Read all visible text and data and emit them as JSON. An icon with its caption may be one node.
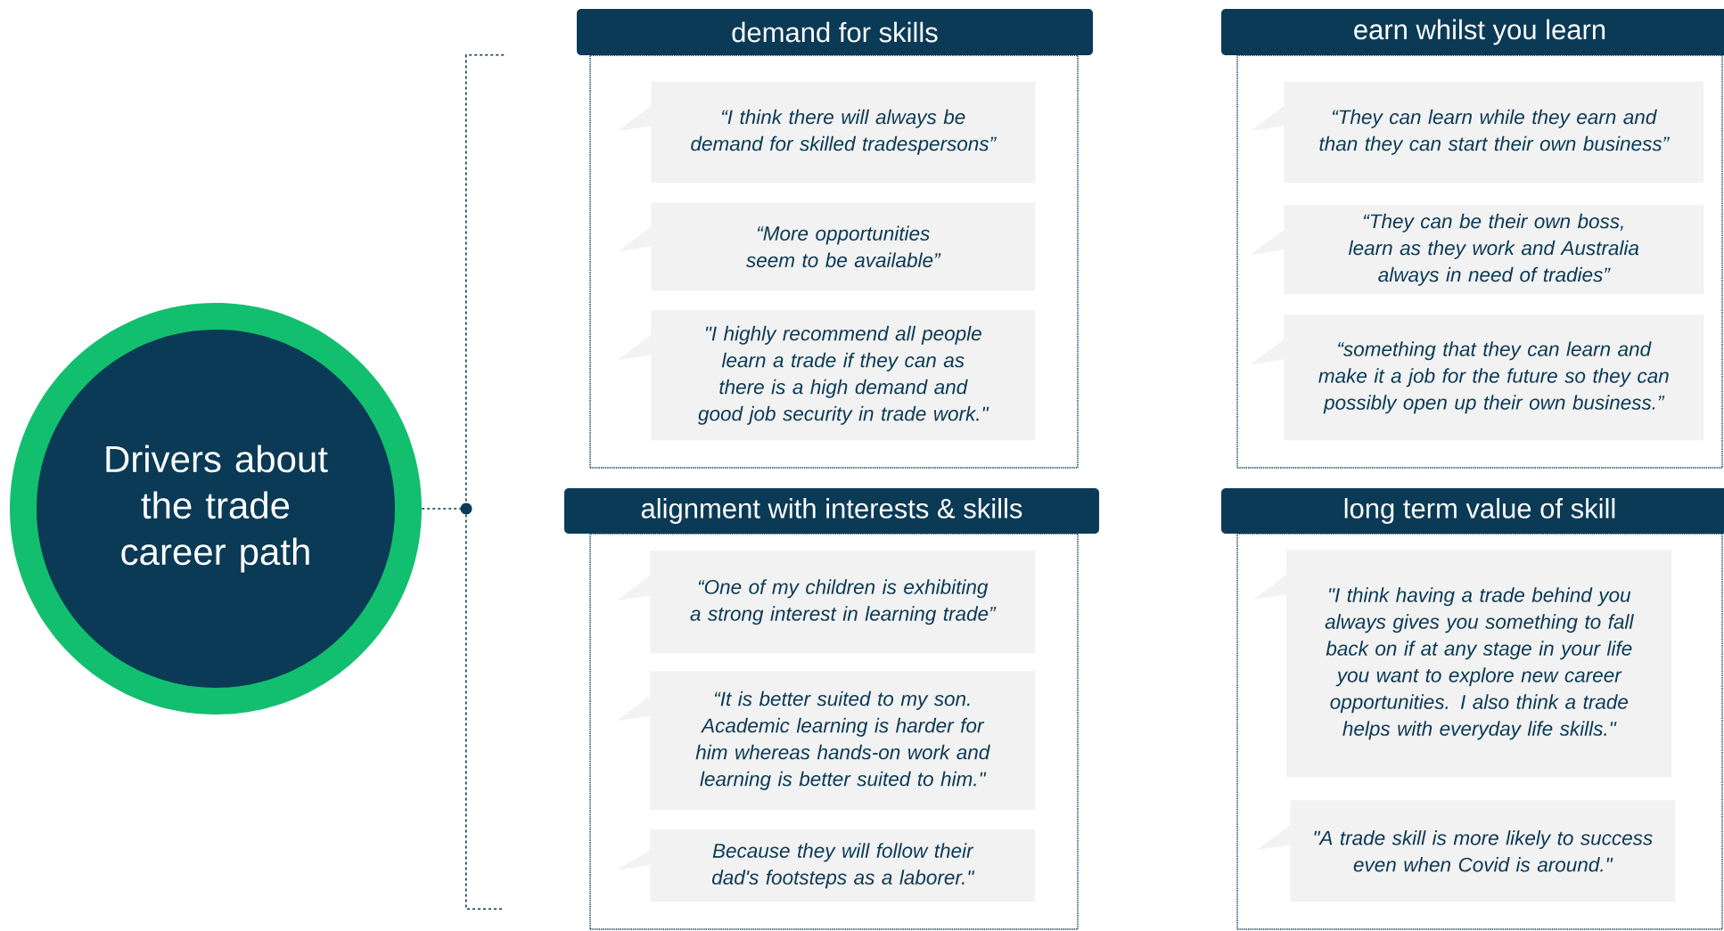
{
  "diagram": {
    "nodes": [
      {
        "text": [
          "Drivers about the trade career path"
        ]
      },
      {
        "text": [
          "demand for skills"
        ]
      },
      {
        "text": [
          "“I think there will always be demand for skilled tradespersons”"
        ],
        "in": 1
      },
      {
        "text": [
          "“More opportunities seem to be available”"
        ],
        "in": 1
      },
      {
        "text": [
          "\"I highly recommend all people learn a trade if they can as there is a high demand and good job security in trade work.\""
        ],
        "in": 1
      },
      {
        "text": [
          "earn whilst you learn"
        ]
      },
      {
        "text": [
          "“They can learn while they earn and than they can start their own business”"
        ],
        "in": 5
      },
      {
        "text": [
          "“They can be their own boss, learn as they work and Australia always in need of tradies”"
        ],
        "in": 5
      },
      {
        "text": [
          "“something that they can learn and make it a job for the future so they can possibly open up their own business.”"
        ],
        "in": 5
      },
      {
        "text": [
          "alignment with interests & skills"
        ]
      },
      {
        "text": [
          "“One of my children is exhibiting a strong interest in learning trade”"
        ],
        "in": 9
      },
      {
        "text": [
          "“It is better suited to my son. Academic learning is harder for him whereas hands-on work and learning is better suited to him.\""
        ],
        "in": 9
      },
      {
        "text": [
          "Because they will follow their dad's footsteps as a laborer.\""
        ],
        "in": 9
      },
      {
        "text": [
          "long term value of skill"
        ]
      },
      {
        "text": [
          "\"I think having a trade behind you always gives you something to fall back on if at any stage in your life you want to explore new career opportunities. I also think a trade helps with everyday life skills.\""
        ],
        "in": 13
      },
      {
        "text": [
          "\"A trade skill is more likely to success even when Covid is around.\""
        ],
        "in": 13
      },
      {
        "text": [],
        "shape": "bracket"
      }
    ],
    "edges": [
      {
        "from": 0,
        "to": 16,
        "arrow": "none",
        "style": "dashed"
      }
    ]
  }
}
